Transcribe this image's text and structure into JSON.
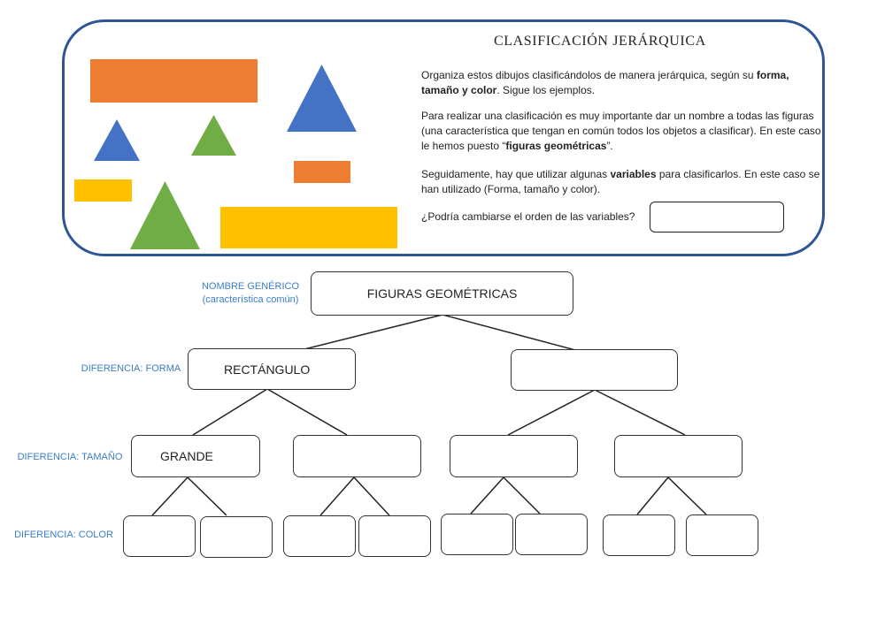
{
  "title": "CLASIFICACIÓN JERÁRQUICA",
  "instructions": {
    "p1": {
      "text": "Organiza estos dibujos clasificándolos de manera jerárquica, según su ",
      "bold": "forma, tamaño y color",
      "after": ". Sigue los ejemplos."
    },
    "p2": {
      "text": "Para realizar una clasificación es muy importante dar un nombre a todas las figuras (una característica que tengan en común todos los objetos a clasificar). En este caso le hemos puesto “",
      "bold": "figuras geométricas",
      "after": "”."
    },
    "p3": {
      "text": "Seguidamente, hay que utilizar algunas ",
      "bold": "variables",
      "after": " para clasificarlos. En este caso se han utilizado (Forma, tamaño y color)."
    },
    "question": "¿Podría cambiarse el orden de las variables?"
  },
  "colors": {
    "border": "#2f5597",
    "orange": "#ed7d31",
    "blue": "#4472c4",
    "green": "#70ad47",
    "yellow": "#ffc000",
    "label": "#3c7dc4"
  },
  "shapes": [
    {
      "kind": "rectangle",
      "color": "orange",
      "size": "large"
    },
    {
      "kind": "triangle",
      "color": "blue",
      "size": "large"
    },
    {
      "kind": "triangle",
      "color": "blue",
      "size": "small"
    },
    {
      "kind": "triangle",
      "color": "green",
      "size": "small"
    },
    {
      "kind": "rectangle",
      "color": "orange",
      "size": "small"
    },
    {
      "kind": "rectangle",
      "color": "yellow",
      "size": "small"
    },
    {
      "kind": "triangle",
      "color": "green",
      "size": "large"
    },
    {
      "kind": "rectangle",
      "color": "yellow",
      "size": "large"
    }
  ],
  "levels": {
    "generic": "NOMBRE GENÉRICO",
    "generic_sub": "(característica común)",
    "forma": "DIFERENCIA: FORMA",
    "tamano": "DIFERENCIA: TAMAÑO",
    "color": "DIFERENCIA: COLOR"
  },
  "tree": {
    "root": "FIGURAS GEOMÉTRICAS",
    "forma_1": "RECTÁNGULO",
    "forma_2": "",
    "tamano_1": "GRANDE",
    "tamano_2": "",
    "tamano_3": "",
    "tamano_4": "",
    "color": [
      "",
      "",
      "",
      "",
      "",
      "",
      "",
      ""
    ]
  }
}
